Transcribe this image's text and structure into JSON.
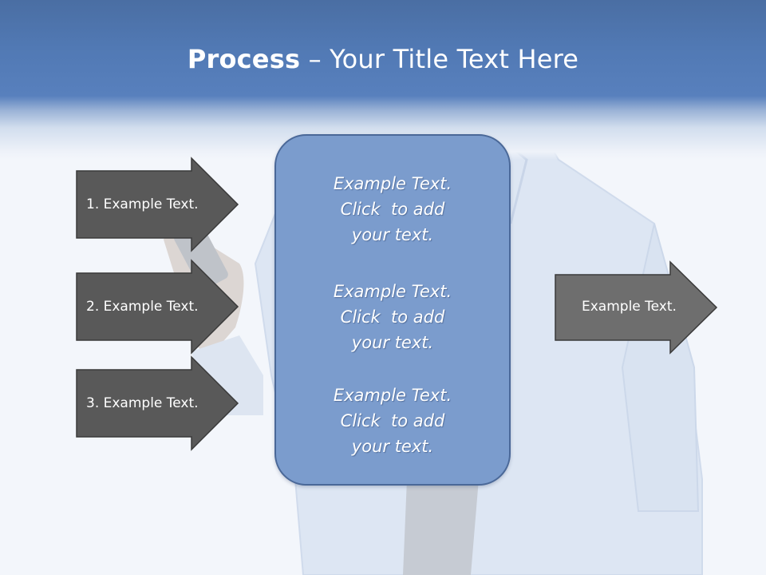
{
  "slide": {
    "title_bold": "Process",
    "title_rest": " – Your Title Text Here"
  },
  "input_arrows": [
    {
      "label": "1. Example Text."
    },
    {
      "label": "2. Example Text."
    },
    {
      "label": "3. Example Text."
    }
  ],
  "center_box": {
    "paragraphs": [
      {
        "lines": [
          "Example Text.",
          "Click  to add",
          "your text."
        ]
      },
      {
        "lines": [
          "Example Text.",
          "Click  to add",
          "your text."
        ]
      },
      {
        "lines": [
          "Example Text.",
          "Click  to add",
          "your text."
        ]
      }
    ]
  },
  "output_arrow": {
    "label": "Example Text."
  },
  "colors": {
    "header_blue": "#5179b4",
    "arrow_fill": "#595959",
    "box_fill": "#7b9ccd",
    "box_border": "#4a6898",
    "output_arrow_fill": "#6e6e6e"
  },
  "background_image": "businessman-in-white-shirt-holding-phone-icon"
}
